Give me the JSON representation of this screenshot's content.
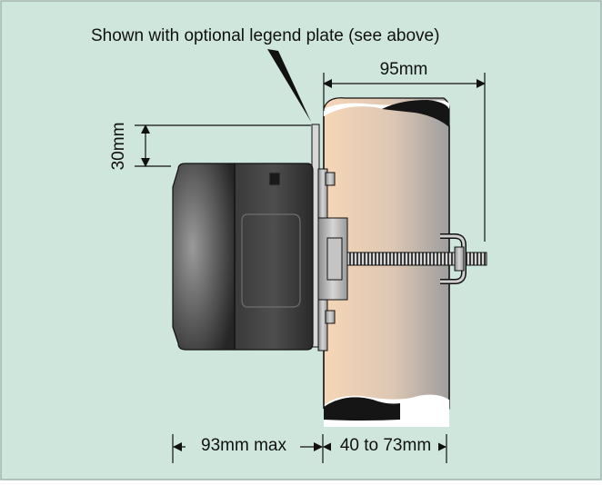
{
  "annotations": {
    "legend_note": "Shown with optional legend plate (see above)",
    "pipe_width": "95mm",
    "plate_offset": "30mm",
    "device_depth": "93mm max",
    "clamp_range": "40 to 73mm"
  },
  "colors": {
    "background": "#cfe6dd",
    "frame": "#9fb3ab",
    "pipe_light": "#f4d2b2",
    "pipe_dark": "#a0a0a0",
    "housing_dark": "#2f2f2f",
    "housing_light": "#8e8e8e",
    "metal": "#b9b9b9",
    "line": "#111111"
  },
  "icons": [
    "arrow-head",
    "leader-line"
  ]
}
